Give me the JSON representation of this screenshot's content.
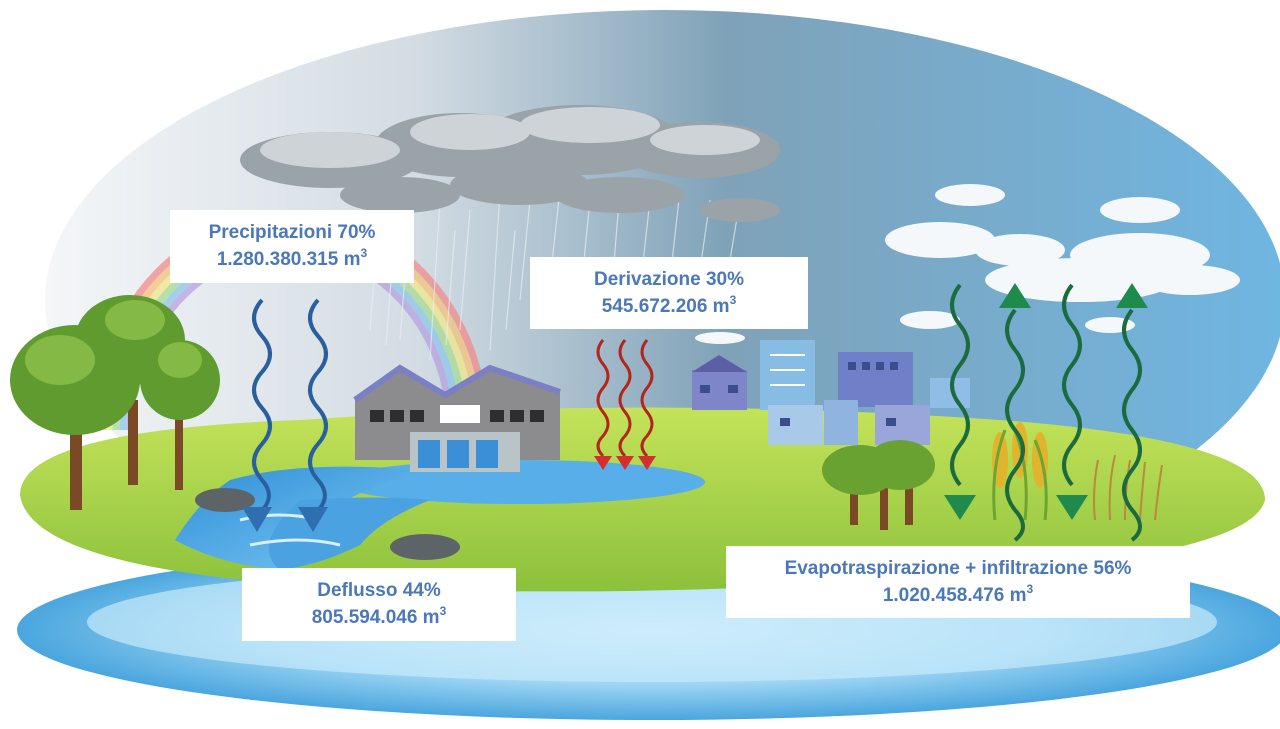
{
  "labels": {
    "precipitation": {
      "line1": "Precipitazioni 70%",
      "line2": "1.280.380.315 m",
      "unit_exp": "3"
    },
    "derivation": {
      "line1": "Derivazione 30%",
      "line2": "545.672.206 m",
      "unit_exp": "3"
    },
    "runoff": {
      "line1": "Deflusso 44%",
      "line2": "805.594.046 m",
      "unit_exp": "3"
    },
    "evapotranspiration": {
      "line1": "Evapotraspirazione + infiltrazione 56%",
      "line2": "1.020.458.476 m",
      "unit_exp": "3"
    }
  },
  "colors": {
    "label_text": "#4a78b8",
    "sky": "#6fa9d4",
    "grass": "#a8d44a",
    "water": "#5fb4e6",
    "precipitation_arrow": "#2f6fb0",
    "derivation_arrow": "#c62828",
    "evap_arrow": "#1e8a4c"
  }
}
